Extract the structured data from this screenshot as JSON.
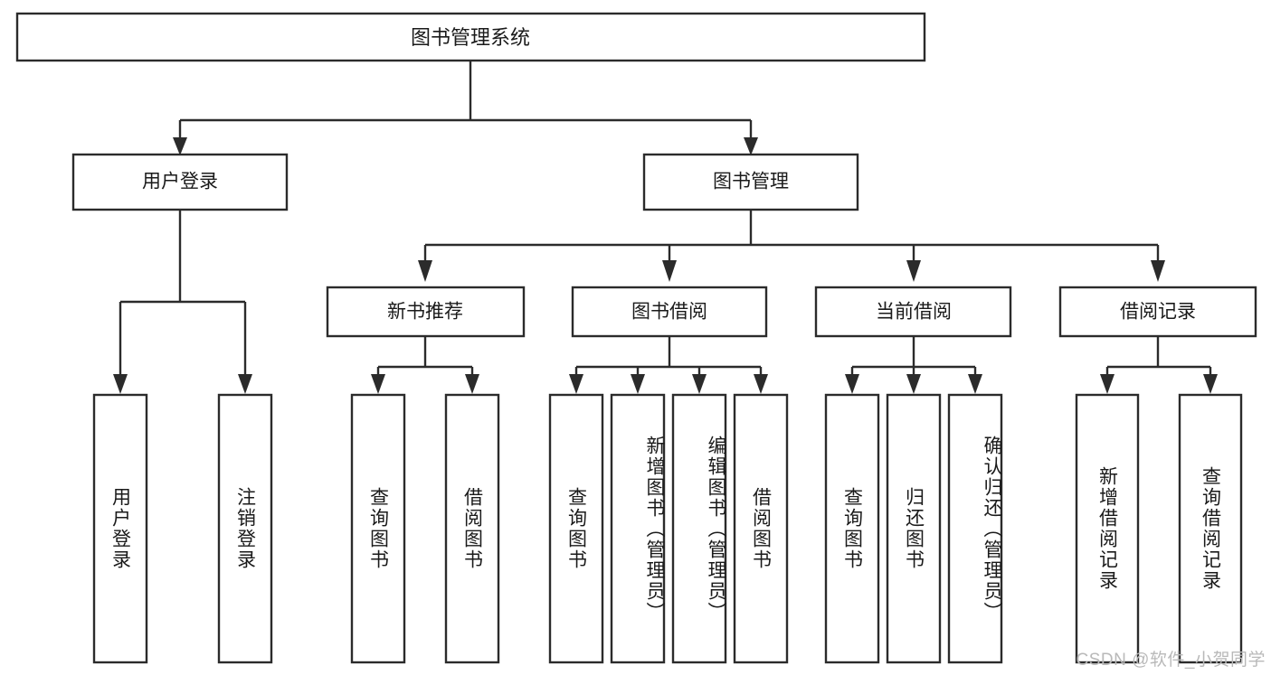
{
  "diagram": {
    "type": "tree",
    "title": "图书管理系统",
    "orientation": "top-down",
    "colors": {
      "box_stroke": "#2b2b2b",
      "box_fill": "#ffffff",
      "connector": "#2b2b2b",
      "text": "#1a1a1a",
      "watermark": "#b9b9b9",
      "background": "#ffffff"
    },
    "root": {
      "label": "图书管理系统"
    },
    "level2": [
      {
        "label": "用户登录"
      },
      {
        "label": "图书管理"
      }
    ],
    "level3": [
      {
        "label": "新书推荐"
      },
      {
        "label": "图书借阅"
      },
      {
        "label": "当前借阅"
      },
      {
        "label": "借阅记录"
      }
    ],
    "leaves": {
      "user_login": [
        {
          "label": "用户登录"
        },
        {
          "label": "注销登录"
        }
      ],
      "new_book": [
        {
          "label": "查询图书"
        },
        {
          "label": "借阅图书"
        }
      ],
      "book_borrow": [
        {
          "label": "查询图书"
        },
        {
          "label": "新增图书（管理员）"
        },
        {
          "label": "编辑图书（管理员）"
        },
        {
          "label": "借阅图书"
        }
      ],
      "current_borrow": [
        {
          "label": "查询图书"
        },
        {
          "label": "归还图书"
        },
        {
          "label": "确认归还（管理员）"
        }
      ],
      "borrow_record": [
        {
          "label": "新增借阅记录"
        },
        {
          "label": "查询借阅记录"
        }
      ]
    },
    "watermark": "CSDN @软件_小贺同学"
  }
}
